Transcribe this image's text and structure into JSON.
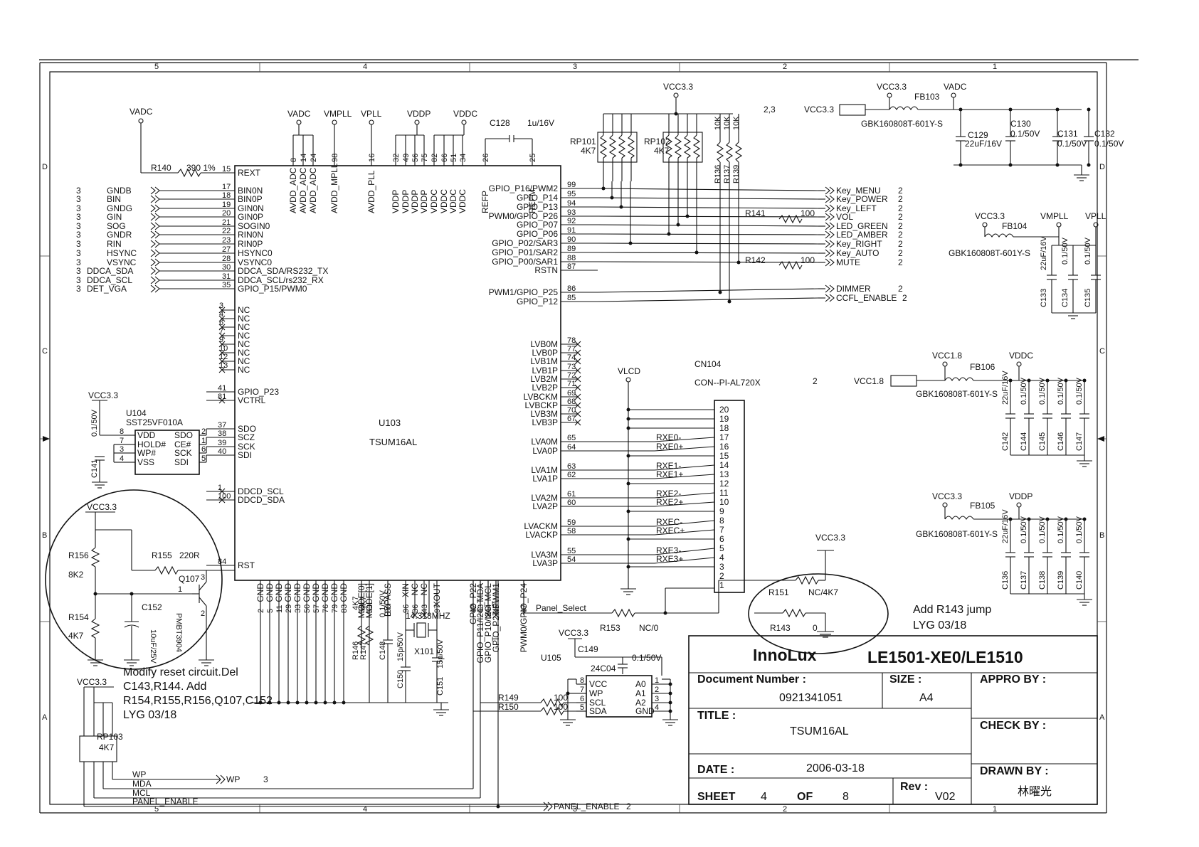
{
  "title_block": {
    "company": "InnoLux",
    "model": "LE1501-XE0/LE1510",
    "doc_number_label": "Document Number :",
    "doc_number": "0921341051",
    "size_label": "SIZE :",
    "size": "A4",
    "appro_label": "APPRO BY :",
    "title_label": "TITLE :",
    "title": "TSUM16AL",
    "check_label": "CHECK BY :",
    "date_label": "DATE :",
    "date": "2006-03-18",
    "drawn_label": "DRAWN BY :",
    "drawn_by": "林曜光",
    "sheet_label": "SHEET",
    "sheet": "4",
    "of_label": "OF",
    "of": "8",
    "rev_label": "Rev :",
    "rev": "V02"
  },
  "chip": {
    "ref": "U103",
    "part": "TSUM16AL",
    "left_pins": [
      {
        "num": "15",
        "name": "REXT"
      },
      {
        "num": "17",
        "name": "BIN0N"
      },
      {
        "num": "18",
        "name": "BIN0P"
      },
      {
        "num": "19",
        "name": "GIN0N"
      },
      {
        "num": "20",
        "name": "GIN0P"
      },
      {
        "num": "21",
        "name": "SOGIN0"
      },
      {
        "num": "22",
        "name": "RIN0N"
      },
      {
        "num": "23",
        "name": "RIN0P"
      },
      {
        "num": "27",
        "name": "HSYNC0"
      },
      {
        "num": "28",
        "name": "VSYNC0"
      },
      {
        "num": "30",
        "name": "DDCA_SDA/RS232_TX"
      },
      {
        "num": "31",
        "name": "DDCA_SCL/rs232_RX"
      },
      {
        "num": "35",
        "name": "GPIO_P15/PWM0"
      }
    ],
    "nc_pins": [
      {
        "num": "3",
        "name": "NC"
      },
      {
        "num": "4",
        "name": "NC"
      },
      {
        "num": "6",
        "name": "NC"
      },
      {
        "num": "7",
        "name": "NC"
      },
      {
        "num": "9",
        "name": "NC"
      },
      {
        "num": "10",
        "name": "NC"
      },
      {
        "num": "12",
        "name": "NC"
      },
      {
        "num": "13",
        "name": "NC"
      }
    ],
    "mid_left_pins": [
      {
        "num": "41",
        "name": "GPIO_P23"
      },
      {
        "num": "81",
        "name": "VCTRL"
      },
      {
        "num": "37",
        "name": "SDO"
      },
      {
        "num": "38",
        "name": "SCZ"
      },
      {
        "num": "39",
        "name": "SCK"
      },
      {
        "num": "40",
        "name": "SDI"
      },
      {
        "num": "1",
        "name": "DDCD_SCL"
      },
      {
        "num": "100",
        "name": "DDCD_SDA"
      },
      {
        "num": "84",
        "name": "RST"
      }
    ],
    "right_pins": [
      {
        "num": "99",
        "name": "GPIO_P16/PWM2"
      },
      {
        "num": "95",
        "name": "GPIO_P14"
      },
      {
        "num": "94",
        "name": "GPIO_P13"
      },
      {
        "num": "93",
        "name": "PWM0/GPIO_P26"
      },
      {
        "num": "92",
        "name": "GPIO_P07"
      },
      {
        "num": "91",
        "name": "GPIO_P06"
      },
      {
        "num": "90",
        "name": "GPIO_P02/SAR3"
      },
      {
        "num": "89",
        "name": "GPIO_P01/SAR2"
      },
      {
        "num": "88",
        "name": "GPIO_P00/SAR1"
      },
      {
        "num": "87",
        "name": "RSTN"
      },
      {
        "num": "86",
        "name": "PWM1/GPIO_P25"
      },
      {
        "num": "85",
        "name": "GPIO_P12"
      }
    ],
    "lvds_pins": [
      {
        "num": "78",
        "name": "LVB0M"
      },
      {
        "num": "77",
        "name": "LVB0P"
      },
      {
        "num": "74",
        "name": "LVB1M"
      },
      {
        "num": "73",
        "name": "LVB1P"
      },
      {
        "num": "72",
        "name": "LVB2M"
      },
      {
        "num": "71",
        "name": "LVB2P"
      },
      {
        "num": "69",
        "name": "LVBCKM"
      },
      {
        "num": "68",
        "name": "LVBCKP"
      },
      {
        "num": "70",
        "name": "LVB3M"
      },
      {
        "num": "67",
        "name": "LVB3P"
      },
      {
        "num": "65",
        "name": "LVA0M"
      },
      {
        "num": "64",
        "name": "LVA0P"
      },
      {
        "num": "63",
        "name": "LVA1M"
      },
      {
        "num": "62",
        "name": "LVA1P"
      },
      {
        "num": "61",
        "name": "LVA2M"
      },
      {
        "num": "60",
        "name": "LVA2P"
      },
      {
        "num": "59",
        "name": "LVACKM"
      },
      {
        "num": "58",
        "name": "LVACKP"
      },
      {
        "num": "55",
        "name": "LVA3M"
      },
      {
        "num": "54",
        "name": "LVA3P"
      }
    ],
    "top_pins": [
      {
        "num": "8",
        "name": "AVDD_ADC"
      },
      {
        "num": "14",
        "name": "AVDD_ADC"
      },
      {
        "num": "24",
        "name": "AVDD_ADC"
      },
      {
        "num": "98",
        "name": "AVDD_MPLL"
      },
      {
        "num": "16",
        "name": "AVDD_PLL"
      },
      {
        "num": "32",
        "name": "VDDP"
      },
      {
        "num": "49",
        "name": "VDDP"
      },
      {
        "num": "56",
        "name": "VDDP"
      },
      {
        "num": "75",
        "name": "VDDP"
      },
      {
        "num": "82",
        "name": "VDDC"
      },
      {
        "num": "66",
        "name": "VDDC"
      },
      {
        "num": "51",
        "name": "VDDC"
      },
      {
        "num": "34",
        "name": "VDDC"
      },
      {
        "num": "26",
        "name": "REFP"
      },
      {
        "num": "25",
        "name": "REFM"
      }
    ],
    "bottom_pins": [
      {
        "num": "2",
        "name": "GND"
      },
      {
        "num": "5",
        "name": "GND"
      },
      {
        "num": "11",
        "name": "GND"
      },
      {
        "num": "29",
        "name": "GND"
      },
      {
        "num": "33",
        "name": "GND"
      },
      {
        "num": "50",
        "name": "GND"
      },
      {
        "num": "57",
        "name": "GND"
      },
      {
        "num": "76",
        "name": "GND"
      },
      {
        "num": "79",
        "name": "GND"
      },
      {
        "num": "83",
        "name": "GND"
      },
      {
        "num": "52",
        "name": "MODE[0]"
      },
      {
        "num": "53",
        "name": "MODE[1]"
      },
      {
        "num": "80",
        "name": "BYPASS"
      },
      {
        "num": "96",
        "name": "XIN"
      },
      {
        "num": "36",
        "name": "NC"
      },
      {
        "num": "43",
        "name": "NC"
      },
      {
        "num": "46",
        "name": "NC"
      },
      {
        "num": "97",
        "name": "XOUT"
      },
      {
        "num": "42",
        "name": "GPIO_P22"
      },
      {
        "num": "43",
        "name": "GPIO_P11/I2C_MDA"
      },
      {
        "num": "44",
        "name": "GPIO_P10/I2C_MCL"
      },
      {
        "num": "45",
        "name": "GPIO_P27/PWM1"
      },
      {
        "num": "47",
        "name": "PWM0/GPIO_P24"
      }
    ]
  },
  "input_nets": [
    {
      "sheet": "3",
      "name": "GNDB"
    },
    {
      "sheet": "3",
      "name": "BIN"
    },
    {
      "sheet": "3",
      "name": "GNDG"
    },
    {
      "sheet": "3",
      "name": "GIN"
    },
    {
      "sheet": "3",
      "name": "SOG"
    },
    {
      "sheet": "3",
      "name": "GNDR"
    },
    {
      "sheet": "3",
      "name": "RIN"
    },
    {
      "sheet": "3",
      "name": "HSYNC"
    },
    {
      "sheet": "3",
      "name": "VSYNC"
    },
    {
      "sheet": "3",
      "name": "DDCA_SDA"
    },
    {
      "sheet": "3",
      "name": "DDCA_SCL"
    },
    {
      "sheet": "3",
      "name": "DET_VGA"
    }
  ],
  "output_nets": [
    {
      "name": "Key_MENU",
      "sheet": "2"
    },
    {
      "name": "Key_POWER",
      "sheet": "2"
    },
    {
      "name": "Key_LEFT",
      "sheet": "2"
    },
    {
      "name": "VOL",
      "sheet": "2"
    },
    {
      "name": "LED_GREEN",
      "sheet": "2"
    },
    {
      "name": "LED_AMBER",
      "sheet": "2"
    },
    {
      "name": "Key_RIGHT",
      "sheet": "2"
    },
    {
      "name": "Key_AUTO",
      "sheet": "2"
    },
    {
      "name": "MUTE",
      "sheet": "2"
    },
    {
      "name": "DIMMER",
      "sheet": "2"
    },
    {
      "name": "CCFL_ENABLE",
      "sheet": "2"
    }
  ],
  "rails": {
    "vadc": "VADC",
    "vmpll": "VMPLL",
    "vpll": "VPLL",
    "vddp": "VDDP",
    "vddc": "VDDC",
    "vcc33": "VCC3.3",
    "vcc18": "VCC1.8",
    "vlcd": "VLCD"
  },
  "parts": {
    "r140": "R140",
    "r140_val": "390 1%",
    "c128": "C128",
    "c128_val": "1u/16V",
    "rp101": "RP101",
    "rp101_val": "4K7",
    "rp102": "RP102",
    "rp102_val": "4K7",
    "r136": "R136",
    "r137": "R137",
    "r139": "R139",
    "r10k": "10K",
    "r141": "R141",
    "r141_val": "100",
    "r142": "R142",
    "r142_val": "100",
    "fb103": "FB103",
    "fb104": "FB104",
    "fb105": "FB105",
    "fb106": "FB106",
    "gbk": "GBK160808T-601Y-S",
    "c129": "C129",
    "c129_val": "22uF/16V",
    "c130": "C130",
    "c131": "C131",
    "c132": "C132",
    "cap_01": "0.1/50V",
    "cap_22": "22uF/16V",
    "c133": "C133",
    "c134": "C134",
    "c135": "C135",
    "c142": "C142",
    "c144": "C144",
    "c145": "C145",
    "c146": "C146",
    "c147": "C147",
    "c136": "C136",
    "c137": "C137",
    "c138": "C138",
    "c139": "C139",
    "c140": "C140",
    "cn104": "CN104",
    "cn104_part": "CON--PI-AL720X",
    "sheet_2_3": "2,3",
    "sheet_2": "2",
    "u104": "U104",
    "u104_part": "SST25VF010A",
    "u104_pins_l": [
      "VDD",
      "HOLD#",
      "WP#",
      "VSS"
    ],
    "u104_pins_r": [
      "SDO",
      "CE#",
      "SCK",
      "SDI"
    ],
    "c141": "C141",
    "u105": "U105",
    "u105_part": "24C04",
    "u105_pins_l": [
      "VCC",
      "WP",
      "SCL",
      "SDA"
    ],
    "u105_pins_r": [
      "A0",
      "A1",
      "A2",
      "GND"
    ],
    "c149": "C149",
    "r149": "R149",
    "r150": "R150",
    "r149_val": "100",
    "r151": "R151",
    "r151_val": "NC/4K7",
    "r153": "R153",
    "r153_val": "NC/0",
    "r143": "R143",
    "r143_val": "0",
    "r146": "R146",
    "r147": "R147",
    "r_4k7": "4K7",
    "c148": "C148",
    "c150": "C150",
    "c151": "C151",
    "cap_15p": "15p/50V",
    "x101": "X101",
    "x101_val": "14.318MHZ",
    "r155": "R155",
    "r155_val": "220R",
    "r156": "R156",
    "r156_val": "8K2",
    "r154": "R154",
    "r154_val": "4K7",
    "q107": "Q107",
    "q107_part": "PMBT3904",
    "c152": "C152",
    "c152_val": "10uF/25V",
    "rp103": "RP103",
    "rp103_val": "4K7",
    "panel_select": "Panel_Select",
    "wp_net": "WP",
    "mda_net": "MDA",
    "mcl_net": "MCL",
    "panel_enable": "PANEL_ENABLE",
    "wp_sheet": "3"
  },
  "lvds_nets": [
    "RXE0-",
    "RXE0+",
    "RXE1-",
    "RXE1+",
    "RXE2-",
    "RXE2+",
    "RXEC-",
    "RXEC+",
    "RXE3-",
    "RXE3+"
  ],
  "notes": {
    "reset_note_1": "Modify reset circuit.Del",
    "reset_note_2": "C143,R144. Add",
    "reset_note_3": "R154,R155,R156,Q107,C152",
    "reset_note_4": "LYG 03/18",
    "r143_note_1": "Add R143 jump",
    "r143_note_2": "LYG 03/18"
  },
  "frame": {
    "cols": [
      "5",
      "4",
      "3",
      "2",
      "1"
    ],
    "rows": [
      "D",
      "C",
      "B",
      "A"
    ]
  }
}
